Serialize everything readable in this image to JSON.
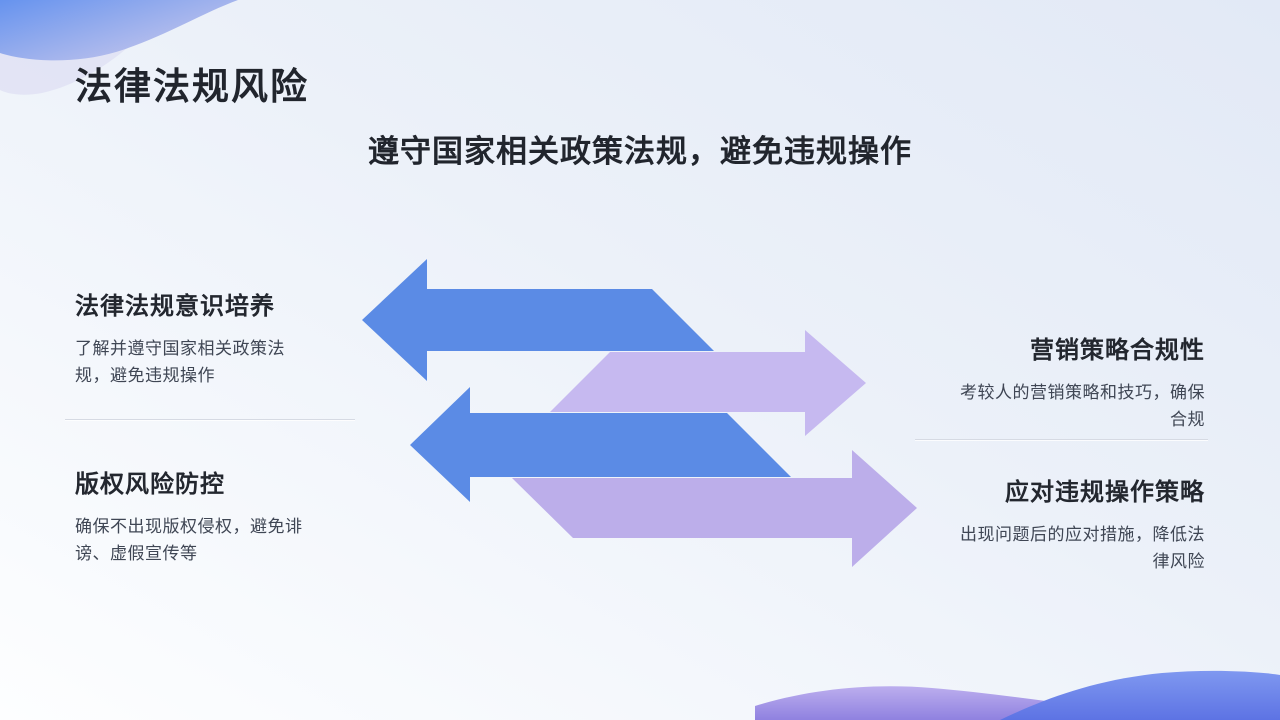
{
  "slide": {
    "title": "法律法规风险",
    "subtitle": "遵守国家相关政策法规，避免违规操作",
    "left_items": [
      {
        "heading": "法律法规意识培养",
        "description": "了解并遵守国家相关政策法规，避免违规操作"
      },
      {
        "heading": "版权风险防控",
        "description": "确保不出现版权侵权，避免诽谤、虚假宣传等"
      }
    ],
    "right_items": [
      {
        "heading": "营销策略合规性",
        "description": "考较人的营销策略和技巧，确保合规"
      },
      {
        "heading": "应对违规操作策略",
        "description": "出现问题后的应对措施，降低法律风险"
      }
    ],
    "colors": {
      "arrow_blue": "#5b8be5",
      "arrow_purple_light": "#c6b9f0",
      "arrow_purple": "#bcaeea",
      "decor_blue": "#6693ee",
      "decor_lavender": "#cbc9ec",
      "decor_light": "#dadbf2",
      "wave_purple_top": "#bcaeee",
      "wave_purple_bottom": "#8f81e0",
      "wave_blue_top": "#7f98f0",
      "wave_blue_bottom": "#5d73e4",
      "title_text": "#21252d",
      "body_text": "#3f4654"
    }
  }
}
